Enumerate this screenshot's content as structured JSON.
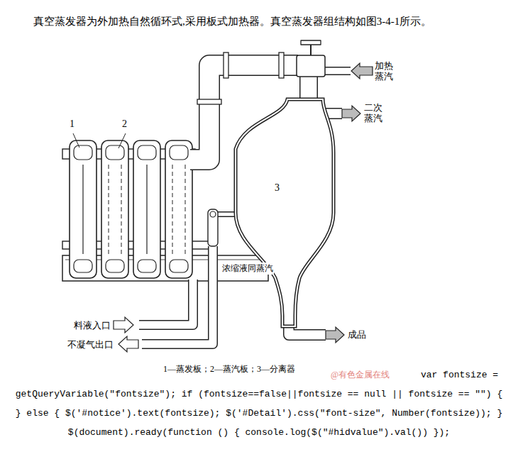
{
  "diagram": {
    "title": "真空蒸发器为外加热自然循环式,采用板式加热器。真空蒸发器组结构如图3-4-1所示。",
    "caption": "1—蒸发板；2—蒸汽板；3—分离器",
    "nodes": [
      {
        "text": [
          "3"
        ]
      }
    ],
    "labels": [
      "1",
      "2",
      "加热蒸汽",
      "二次蒸汽",
      "浓缩液同蒸汽",
      "料液入口",
      "不凝气出口",
      "成品",
      "@有色金属在线",
      "var fontsize = getQueryVariable(\"fontsize\"); if (fontsize==false||fontsize == null || fontsize == \"\") { } else { $('#notice').text(fontsize); $('#Detail').css(\"font-size\", Number(fontsize)); } $(document).ready(function () { console.log($(\"#hidvalue\").val()) });"
    ]
  }
}
